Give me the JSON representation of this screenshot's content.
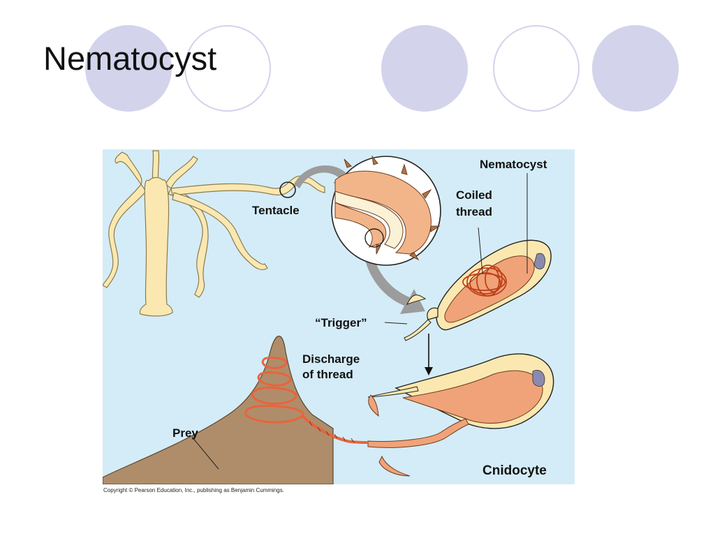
{
  "slide": {
    "title": "Nematocyst"
  },
  "figure": {
    "labels": {
      "tentacle": "Tentacle",
      "nematocyst": "Nematocyst",
      "coiled_1": "Coiled",
      "coiled_2": "thread",
      "trigger": "“Trigger”",
      "discharge_1": "Discharge",
      "discharge_2": "of thread",
      "prey": "Prey",
      "cnidocyte": "Cnidocyte"
    },
    "copyright": "Copyright © Pearson Education, Inc., publishing as Benjamin Cummings."
  },
  "colors": {
    "accent_circle": "#d3d3ec",
    "figure_background": "#d4ecf7",
    "hydra_body": "#fbe8b0",
    "thread": "#e8643c",
    "prey": "#b08d6a"
  }
}
